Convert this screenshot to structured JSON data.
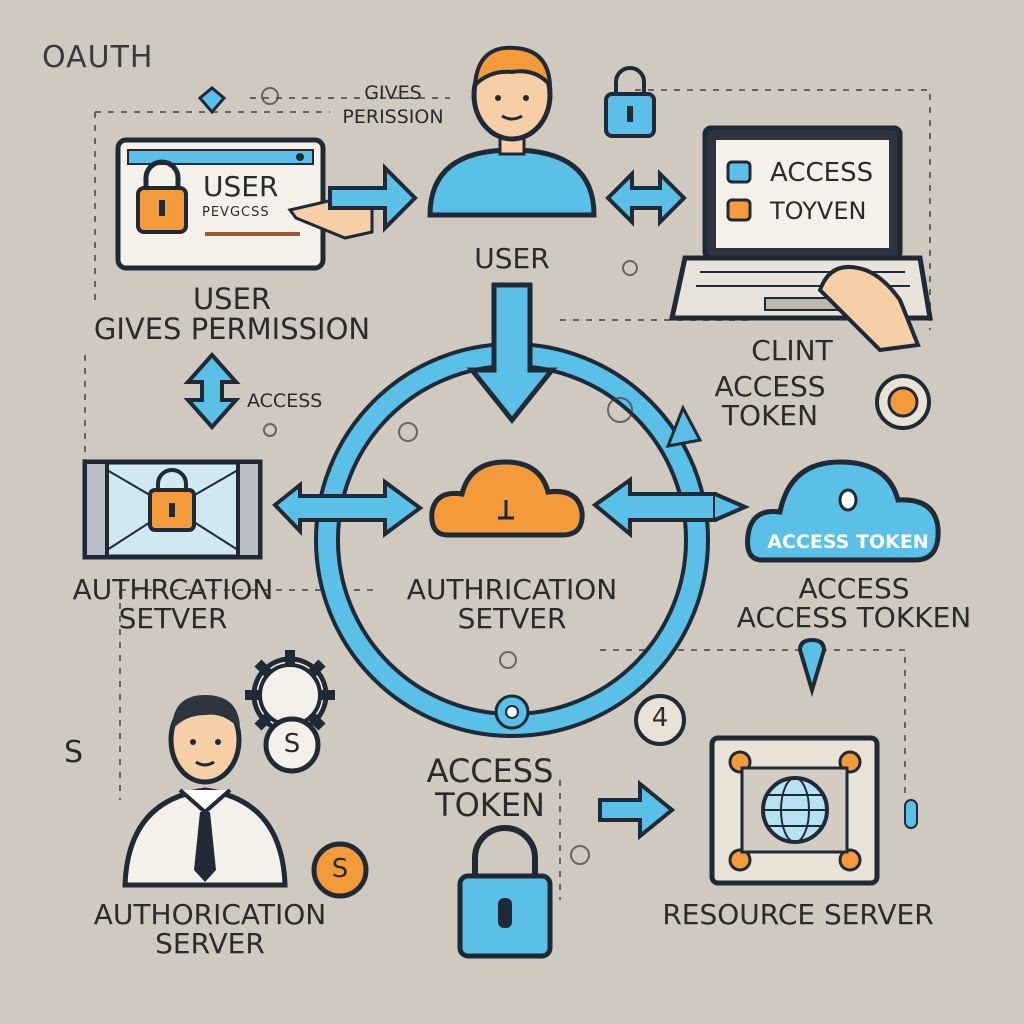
{
  "title": "OAUTH",
  "colors": {
    "background": "#cfc9c0",
    "accent_blue": "#5bc0e8",
    "accent_orange": "#f39a3a",
    "outline": "#1f2a36",
    "skin": "#f6cfa6",
    "paper": "#f4f1ea"
  },
  "top_left_panel": {
    "user_label": "USER",
    "scribble_label": "PEVGCSS",
    "caption_line1": "USER",
    "caption_line2": "GIVES PERMISSION"
  },
  "user_node": {
    "caption": "USER",
    "gives_line1": "GIVES",
    "gives_line2": "PERISSION"
  },
  "client_node": {
    "screen_line1": "ACCESS",
    "screen_line2": "TOYVEN",
    "caption": "CLINT",
    "token_line1": "ACCESS",
    "token_line2": "TOKEN"
  },
  "left_access_label": "ACCESS",
  "left_auth_server": {
    "line1": "AUTHRCATION",
    "line2": "SETVER"
  },
  "center_auth_server": {
    "line1": "AUTHRICATION",
    "line2": "SETVER"
  },
  "access_token_cloud": {
    "cloud_label": "ACCESS TOKEN",
    "caption_line1": "ACCESS",
    "caption_line2": "ACCESS TOKKEN"
  },
  "bottom_left": {
    "coin_label": "S",
    "side_label": "S",
    "caption_line1": "AUTHORICATION",
    "caption_line2": "SERVER"
  },
  "bottom_center": {
    "token_line1": "ACCESS",
    "token_line2": "TOKEN",
    "step_number": "4"
  },
  "resource_server": {
    "caption": "RESOURCE SERVER"
  },
  "icons": [
    "padlock-icon",
    "cloud-icon",
    "gear-icon",
    "globe-icon",
    "arrow-icon",
    "hand-icon",
    "coin-icon"
  ]
}
